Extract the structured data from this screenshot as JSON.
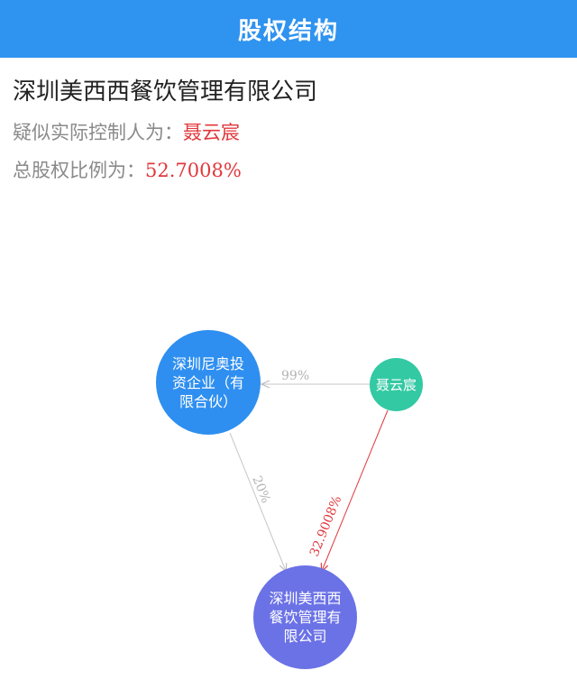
{
  "header": {
    "title": "股权结构"
  },
  "company": {
    "name": "深圳美西西餐饮管理有限公司",
    "controller_label": "疑似实际控制人为：",
    "controller_name": "聂云宸",
    "ratio_label": "总股权比例为：",
    "ratio_value": "52.7008%"
  },
  "graph": {
    "nodes": {
      "fund": "深圳尼奥投资企业（有限合伙）",
      "person": "聂云宸",
      "company": "深圳美西西餐饮管理有限公司"
    },
    "edges": {
      "person_to_fund": "99%",
      "fund_to_company": "20%",
      "person_to_company": "32.9008%"
    },
    "colors": {
      "header": "#2f93f0",
      "fund_node": "#2f8ff0",
      "person_node": "#33c9a3",
      "company_node": "#6b72e6",
      "highlight": "#e0383d",
      "edge_gray": "#c7c7c7"
    }
  }
}
